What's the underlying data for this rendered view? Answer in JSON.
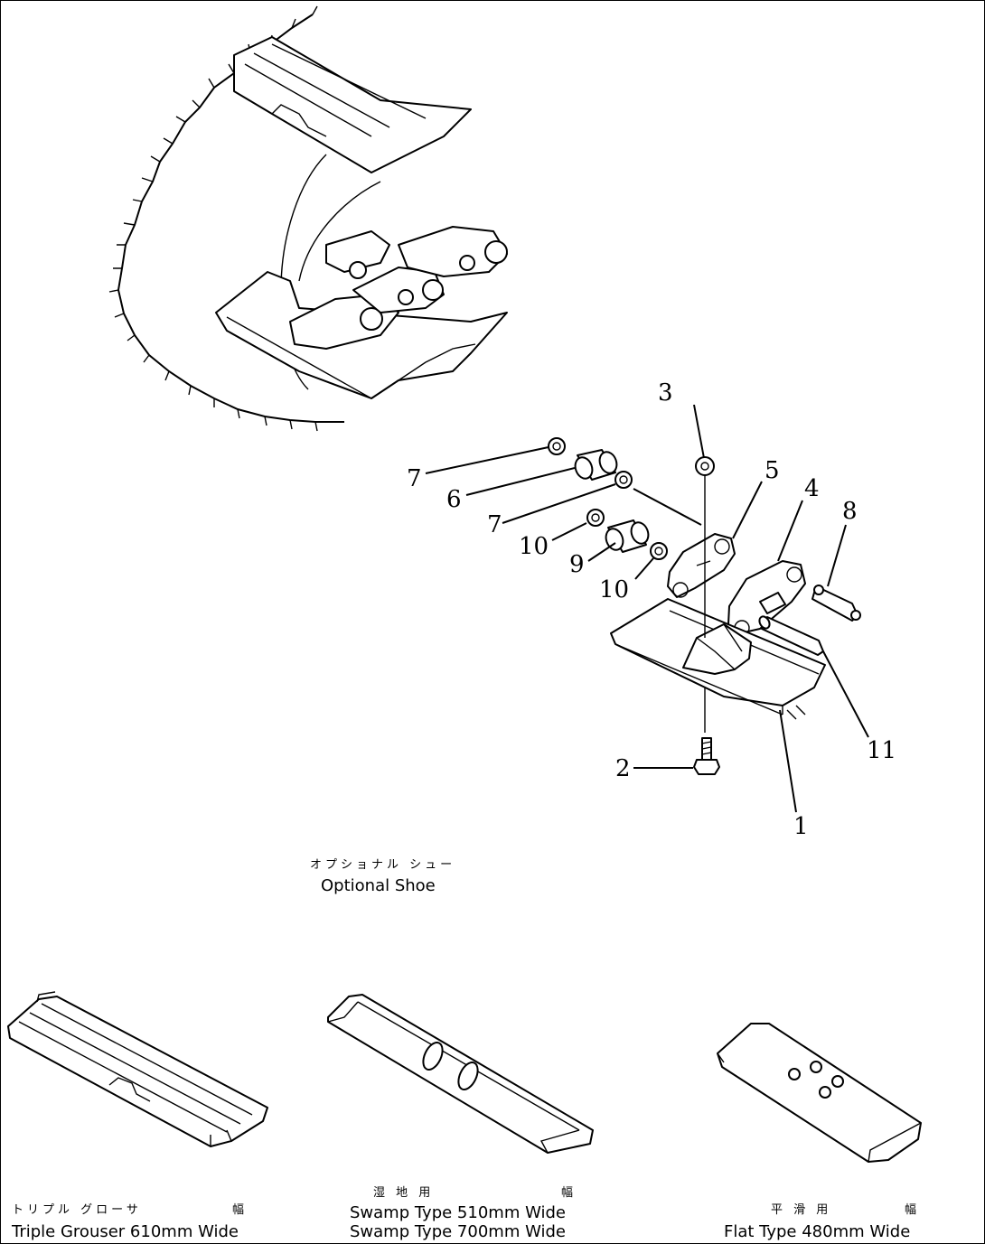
{
  "callouts": {
    "c1": "1",
    "c2": "2",
    "c3": "3",
    "c4": "4",
    "c5": "5",
    "c6": "6",
    "c7a": "7",
    "c7b": "7",
    "c8": "8",
    "c9": "9",
    "c10a": "10",
    "c10b": "10",
    "c11": "11"
  },
  "optional_shoe": {
    "jp": "オプショナル シュー",
    "en": "Optional Shoe"
  },
  "variants": {
    "triple": {
      "jp_name": "トリプル グローサ",
      "jp_width": "幅",
      "en": "Triple Grouser 610mm Wide"
    },
    "swamp": {
      "jp_name": "湿 地 用",
      "jp_width": "幅",
      "en1": "Swamp Type 510mm Wide",
      "en2": "Swamp Type 700mm Wide"
    },
    "flat": {
      "jp_name": "平 滑 用",
      "jp_width": "幅",
      "en": "Flat Type 480mm Wide"
    }
  }
}
